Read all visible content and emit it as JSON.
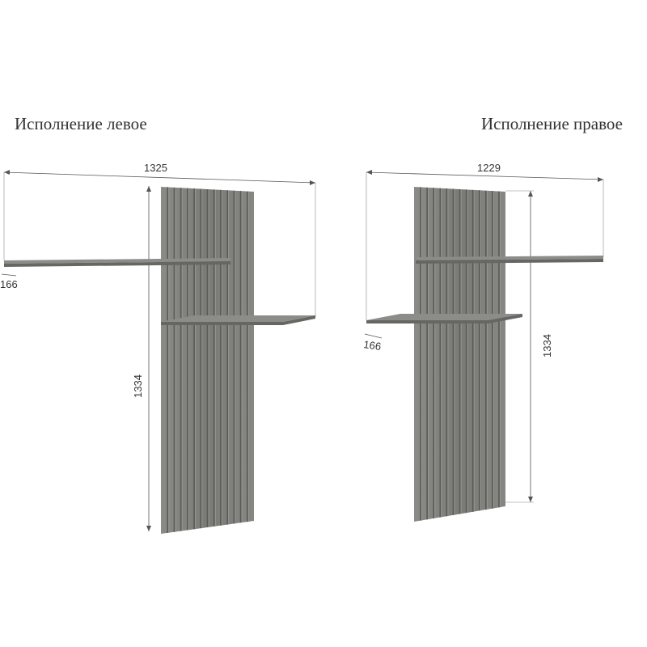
{
  "left": {
    "title": "Исполнение левое",
    "width_label": "1325",
    "height_label": "1334",
    "depth_label": "166"
  },
  "right": {
    "title": "Исполнение правое",
    "width_label": "1229",
    "height_label": "1334",
    "depth_label": "166"
  },
  "colors": {
    "panel": "#7b7b78",
    "slat_dark": "#5a5a57",
    "slat_light": "#9a9a96",
    "shelf_top": "#8c8c89",
    "shelf_front": "#6a6a67"
  }
}
